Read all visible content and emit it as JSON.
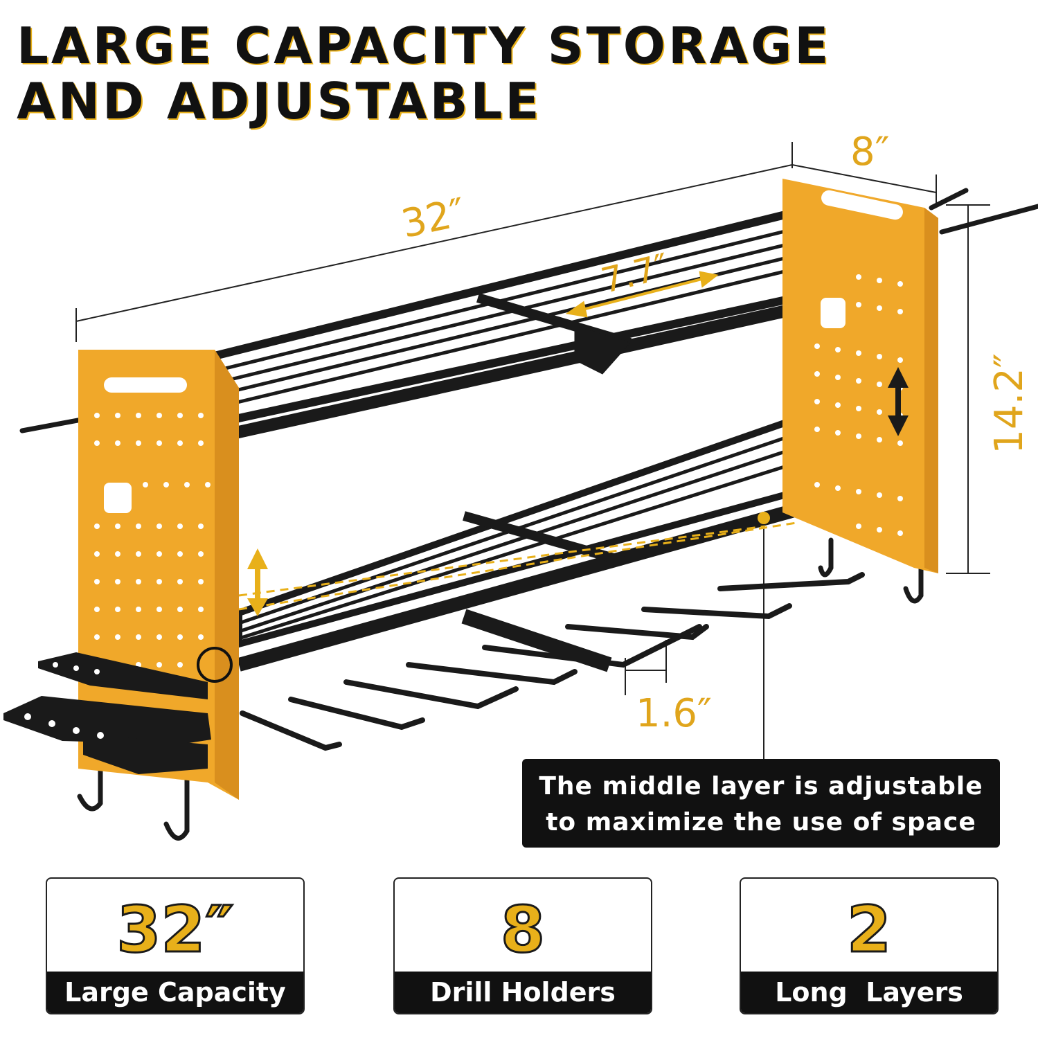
{
  "headline": {
    "line1": "LARGE CAPACITY STORAGE",
    "line2": "AND ADJUSTABLE"
  },
  "dimensions": {
    "length": "32″",
    "depth": "8″",
    "shelf_depth": "7.7″",
    "height": "14.2″",
    "hook_spacing": "1.6″"
  },
  "callout": {
    "line1": "The middle layer is adjustable",
    "line2": "to maximize the use of space"
  },
  "features": [
    {
      "value": "32″",
      "label": "Large Capacity"
    },
    {
      "value": "8",
      "label": "Drill Holders"
    },
    {
      "value": "2",
      "label": "Long  Layers"
    }
  ],
  "colors": {
    "accent": "#e8b01a",
    "dimension_text": "#e0a51c",
    "rack_frame": "#1a1a1a",
    "panel": "#f0a82a"
  }
}
